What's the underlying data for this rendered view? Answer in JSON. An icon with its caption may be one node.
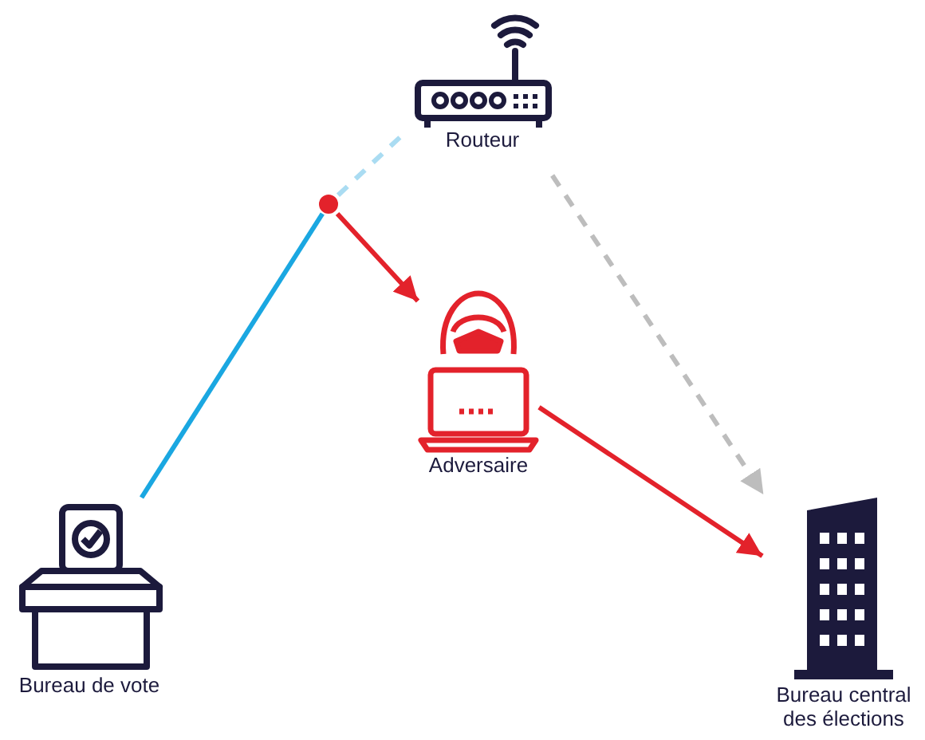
{
  "diagram": {
    "nodes": [
      {
        "text": [
          "Routeur"
        ]
      },
      {
        "text": [
          "Adversaire"
        ]
      },
      {
        "text": [
          "Bureau de vote"
        ]
      },
      {
        "text": [
          "Bureau central des élections"
        ]
      },
      {
        "text": [],
        "shape": "circle"
      }
    ],
    "edges": [
      {
        "from": 2,
        "to": 4,
        "arrow": "none",
        "color": "#1aa7e1"
      },
      {
        "from": 4,
        "to": 0,
        "arrow": "none",
        "style": "dashed",
        "color": "#aadcf2"
      },
      {
        "from": 4,
        "to": 1,
        "arrow": "to",
        "color": "#e3222b"
      },
      {
        "from": 1,
        "to": 3,
        "arrow": "to",
        "color": "#e3222b"
      },
      {
        "from": 0,
        "to": 3,
        "arrow": "to",
        "style": "dashed",
        "color": "#bdbdbd"
      }
    ]
  }
}
